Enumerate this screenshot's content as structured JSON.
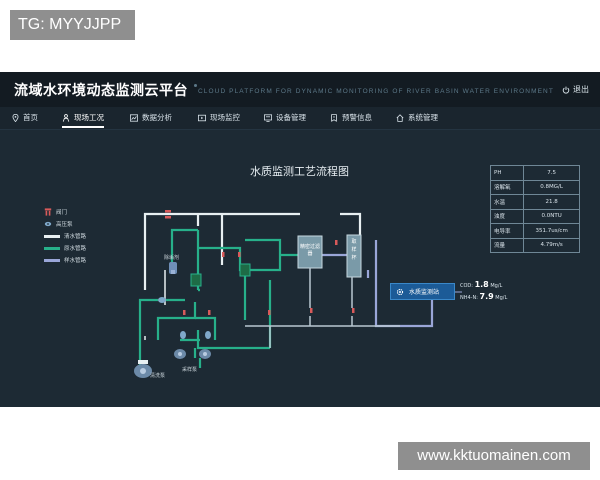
{
  "watermark_top": "TG: MYYJJPP",
  "watermark_bottom": "www.kktuomainen.com",
  "header": {
    "title": "流域水环境动态监测云平台",
    "subtitle": "CLOUD PLATFORM FOR DYNAMIC MONITORING OF RIVER BASIN WATER ENVIRONMENT",
    "exit_label": "退出"
  },
  "nav": {
    "items": [
      {
        "label": "首页",
        "icon": "map-pin-icon"
      },
      {
        "label": "现场工况",
        "icon": "worker-icon"
      },
      {
        "label": "数据分析",
        "icon": "chart-icon"
      },
      {
        "label": "现场监控",
        "icon": "video-icon"
      },
      {
        "label": "设备管理",
        "icon": "device-icon"
      },
      {
        "label": "预警信息",
        "icon": "alert-icon"
      },
      {
        "label": "系统管理",
        "icon": "home-icon"
      }
    ],
    "active_index": 1
  },
  "diagram": {
    "title": "水质监测工艺流程图",
    "legend": [
      {
        "label": "阀门",
        "color": "#d85a5a"
      },
      {
        "label": "高压泵",
        "color": "#7fa8c9"
      },
      {
        "label": "清水管路",
        "color": "#e8f0f2"
      },
      {
        "label": "原水管路",
        "color": "#27b08a"
      },
      {
        "label": "样水管路",
        "color": "#9aa6d8"
      }
    ],
    "labels": {
      "dosing": "除垢剂",
      "clean_pump": "清洗泵",
      "sample_pump": "采样泵",
      "filter": "精密过滤器",
      "sample_cup": "取样杯",
      "station": "水质监测站"
    },
    "readouts": [
      {
        "name": "COD:",
        "value": "1.8",
        "unit": "Mg/L"
      },
      {
        "name": "NH4-N:",
        "value": "7.9",
        "unit": "Mg/L"
      }
    ]
  },
  "params": [
    {
      "name": "PH",
      "value": "7.5"
    },
    {
      "name": "溶解氧",
      "value": "0.8MG/L"
    },
    {
      "name": "水温",
      "value": "21.8"
    },
    {
      "name": "浊度",
      "value": "0.0NTU"
    },
    {
      "name": "电导率",
      "value": "351.7us/cm"
    },
    {
      "name": "流量",
      "value": "4.79m/s"
    }
  ],
  "colors": {
    "background": "#1d2a34",
    "clean_pipe": "#e8f0f2",
    "raw_pipe": "#27b08a",
    "sample_pipe": "#9aa6d8",
    "valve": "#d85a5a",
    "station": "#1c5b97"
  }
}
